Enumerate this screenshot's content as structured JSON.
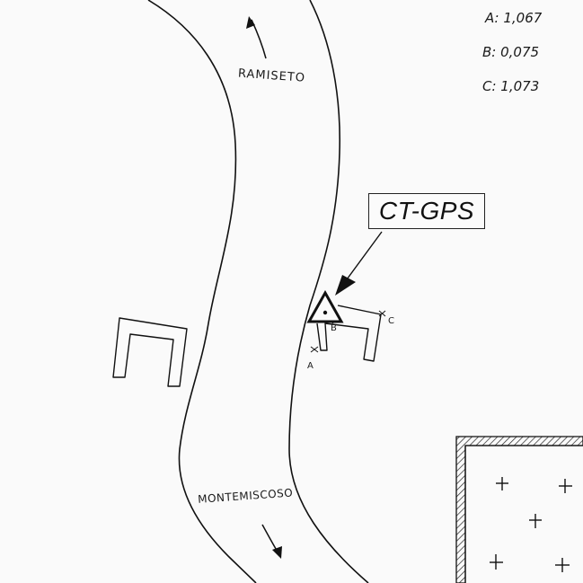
{
  "measurements": [
    {
      "label": "A: 1,067"
    },
    {
      "label": "B: 0,075"
    },
    {
      "label": "C: 1,073"
    }
  ],
  "station_label": "CT-GPS",
  "road": {
    "north_destination": "RAMISETO",
    "south_destination": "MONTEMISCOSO"
  },
  "point_labels": {
    "a": "A",
    "b": "B",
    "c": "C"
  }
}
